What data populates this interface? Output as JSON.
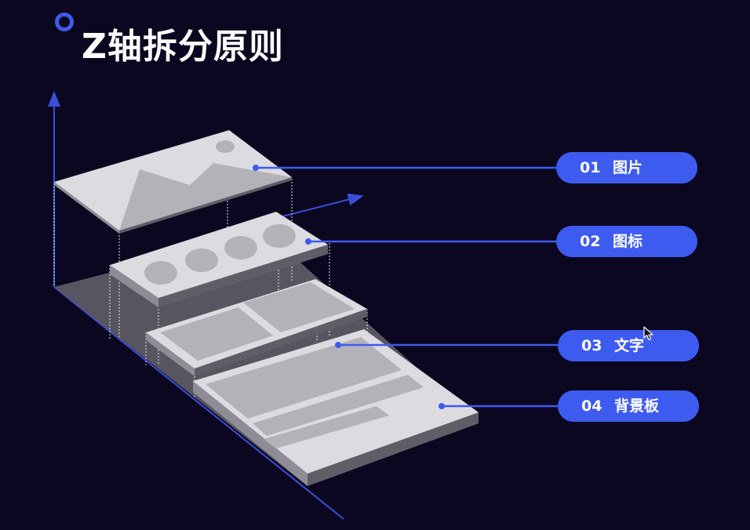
{
  "title": "Z轴拆分原则",
  "layers": [
    {
      "num": "01",
      "label": "图片"
    },
    {
      "num": "02",
      "label": "图标"
    },
    {
      "num": "03",
      "label": "文字"
    },
    {
      "num": "04",
      "label": "背景板"
    }
  ],
  "colors": {
    "background": "#0b0720",
    "accent": "#3e5bf0",
    "axis": "#3a4fd8",
    "panel": "#dcdbe0",
    "panel_element": "#b3b2b9",
    "panel_side": "#8e8d95",
    "shadow": "#575660"
  },
  "icons": [
    "ring-icon",
    "mouse-cursor-icon"
  ]
}
